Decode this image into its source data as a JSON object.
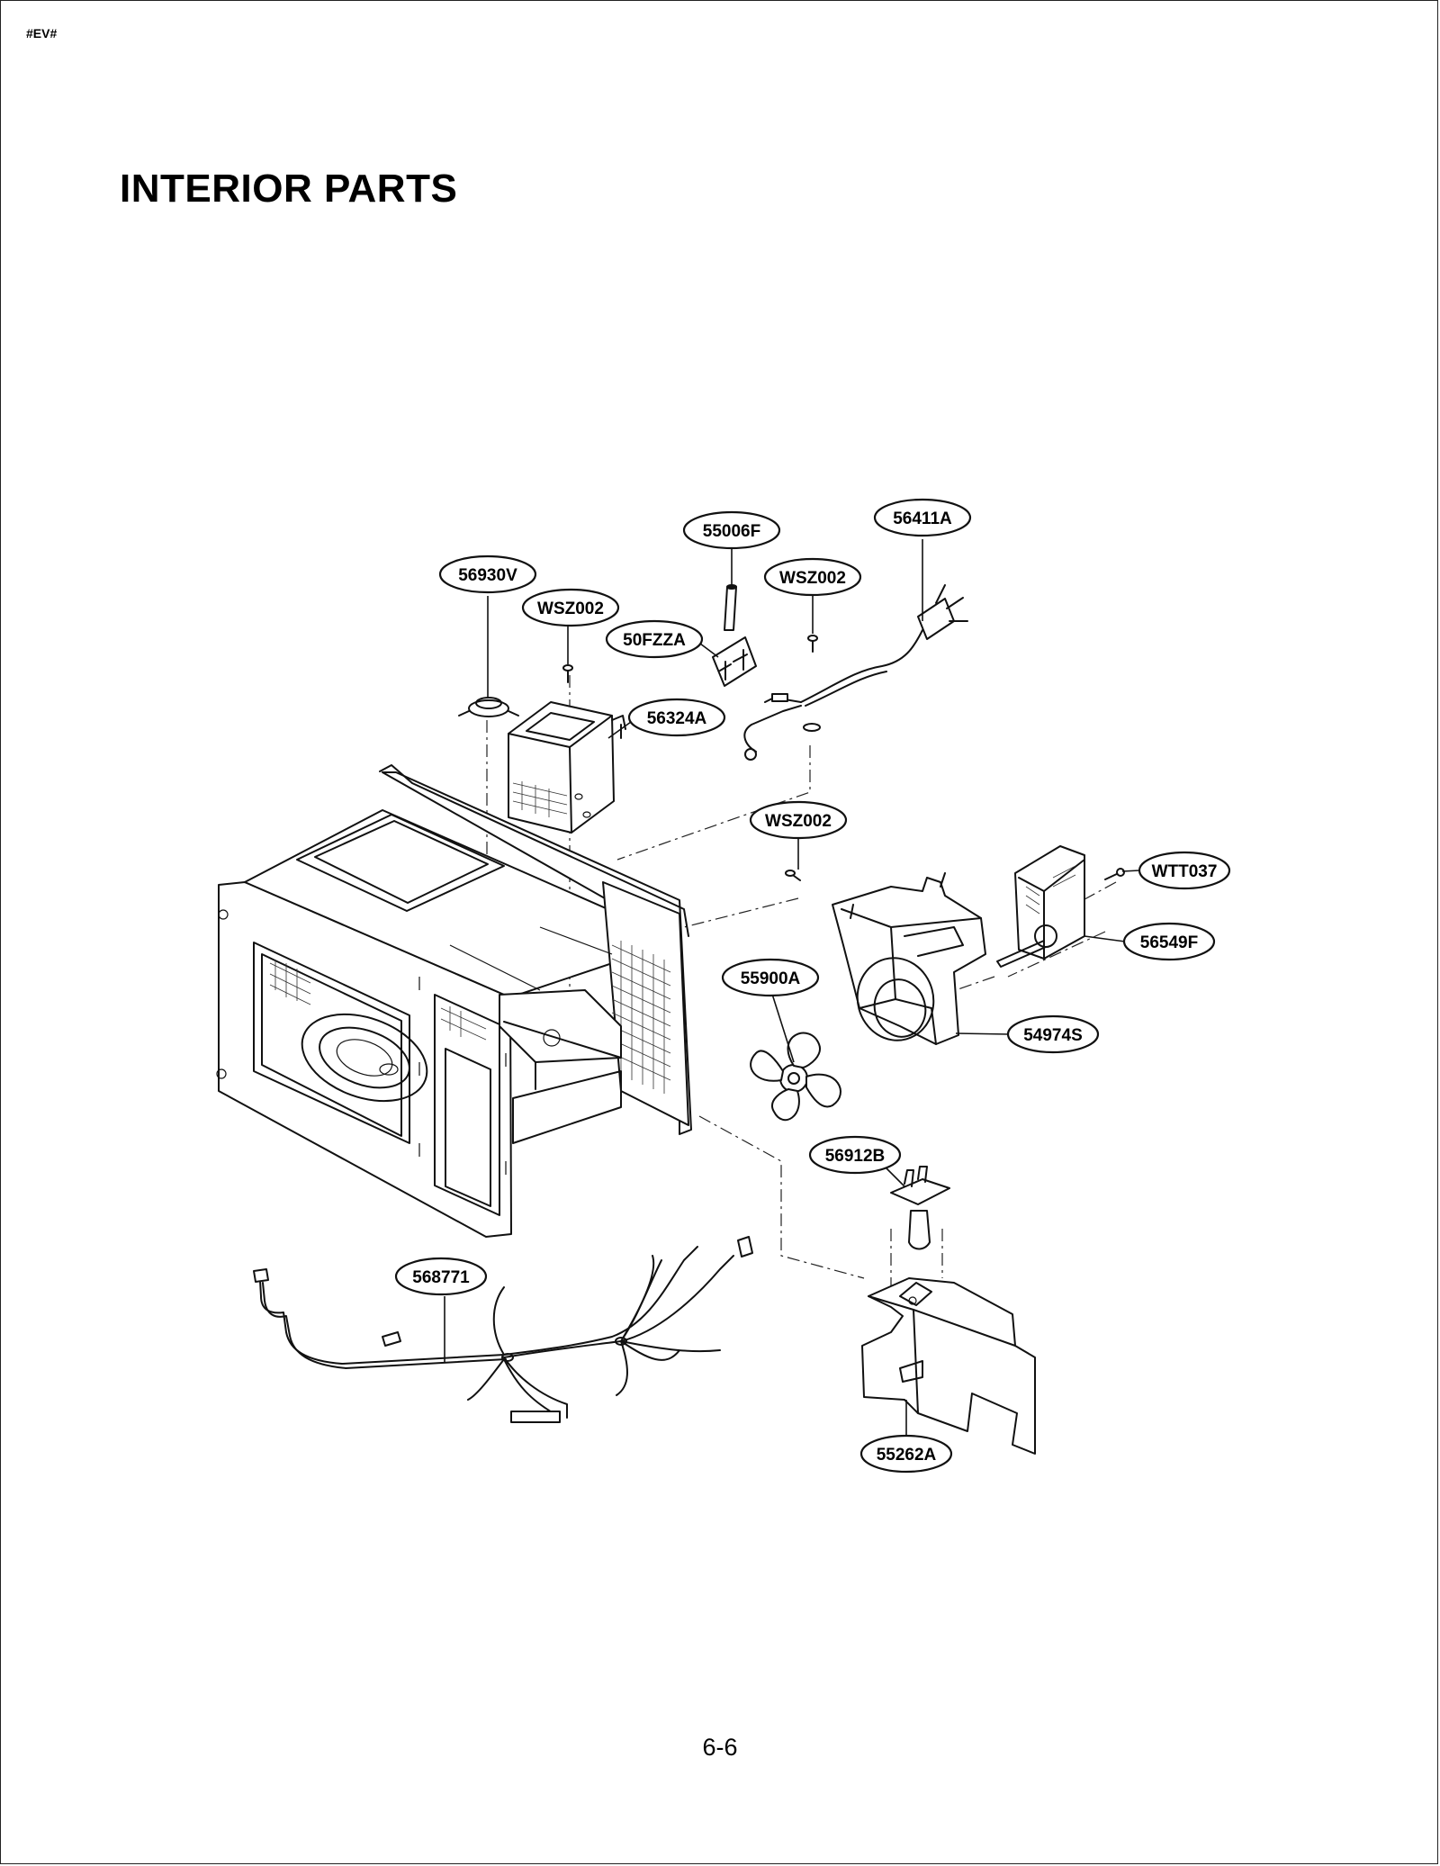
{
  "header_code": "#EV#",
  "title": "INTERIOR PARTS",
  "page_number": "6-6",
  "callouts": {
    "c55006F": "55006F",
    "c56411A": "56411A",
    "c56930V": "56930V",
    "cWSZ002_a": "WSZ002",
    "cWSZ002_b": "WSZ002",
    "c50FZZA": "50FZZA",
    "c56324A": "56324A",
    "cWSZ002_c": "WSZ002",
    "cWTT037": "WTT037",
    "c56549F": "56549F",
    "c55900A": "55900A",
    "c54974S": "54974S",
    "c56912B": "56912B",
    "c568771": "568771",
    "c55262A": "55262A"
  }
}
